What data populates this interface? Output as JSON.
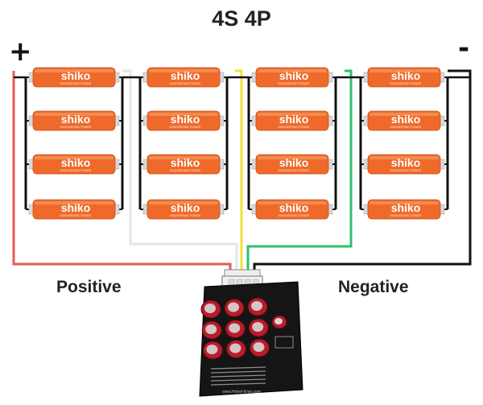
{
  "diagram": {
    "title": "4S 4P",
    "positive_sign": "+",
    "negative_sign": "-",
    "positive_label": "Positive",
    "negative_label": "Negative"
  },
  "battery": {
    "brand": "shiko",
    "tagline": "ENGINEERING POWER",
    "body_color": "#ef6a2a",
    "cap_color": "#d9d9d9"
  },
  "wires": {
    "positive_color": "#e35a54",
    "balance1_color": "#e6e6e6",
    "balance2_color": "#f2e03a",
    "balance3_color": "#2fbf6a",
    "negative_color": "#111111"
  },
  "board": {
    "capacitor_color": "#b81c2a",
    "url": "www.Hehel-Eme.com"
  }
}
